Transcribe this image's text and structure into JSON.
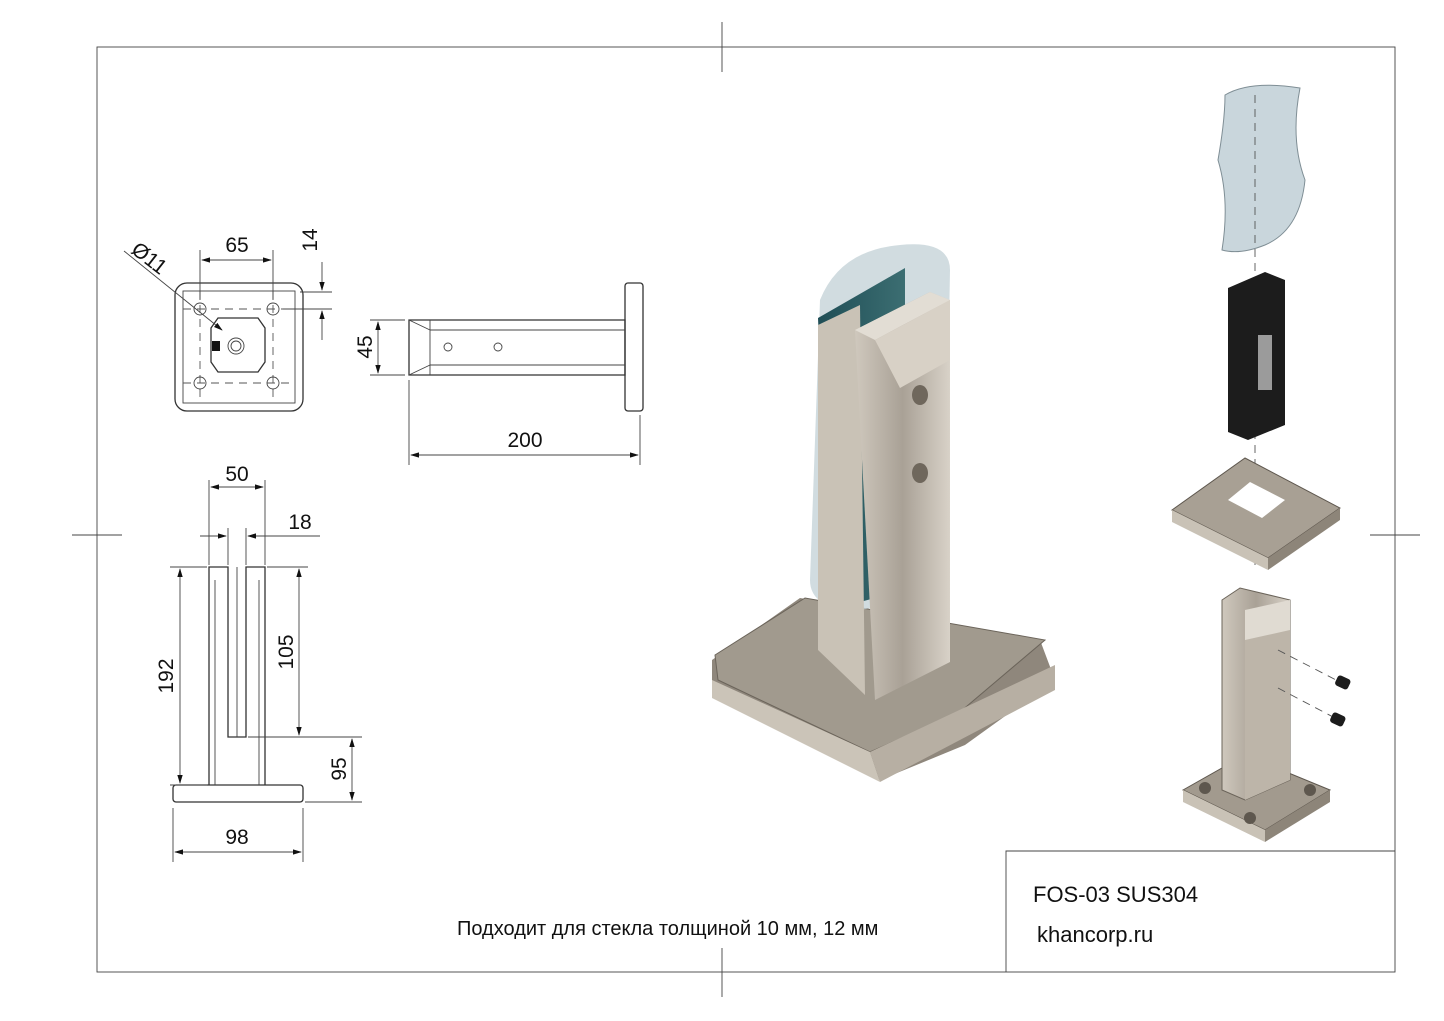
{
  "dimensions": {
    "hole_diameter": "Ø11",
    "hole_spacing": "65",
    "hole_offset": "14",
    "post_depth": "45",
    "length": "200",
    "post_width": "50",
    "slot_width": "18",
    "total_height": "192",
    "slot_depth": "105",
    "slot_bottom": "95",
    "base_width": "98"
  },
  "note": "Подходит для стекла толщиной 10 мм, 12 мм",
  "title_block": {
    "model": "FOS-03 SUS304",
    "website": "khancorp.ru"
  },
  "colors": {
    "steel": "#b8b0a4",
    "glass": "#2f5f66",
    "glass_light": "#c9d6dc",
    "gasket": "#1c1c1c"
  }
}
